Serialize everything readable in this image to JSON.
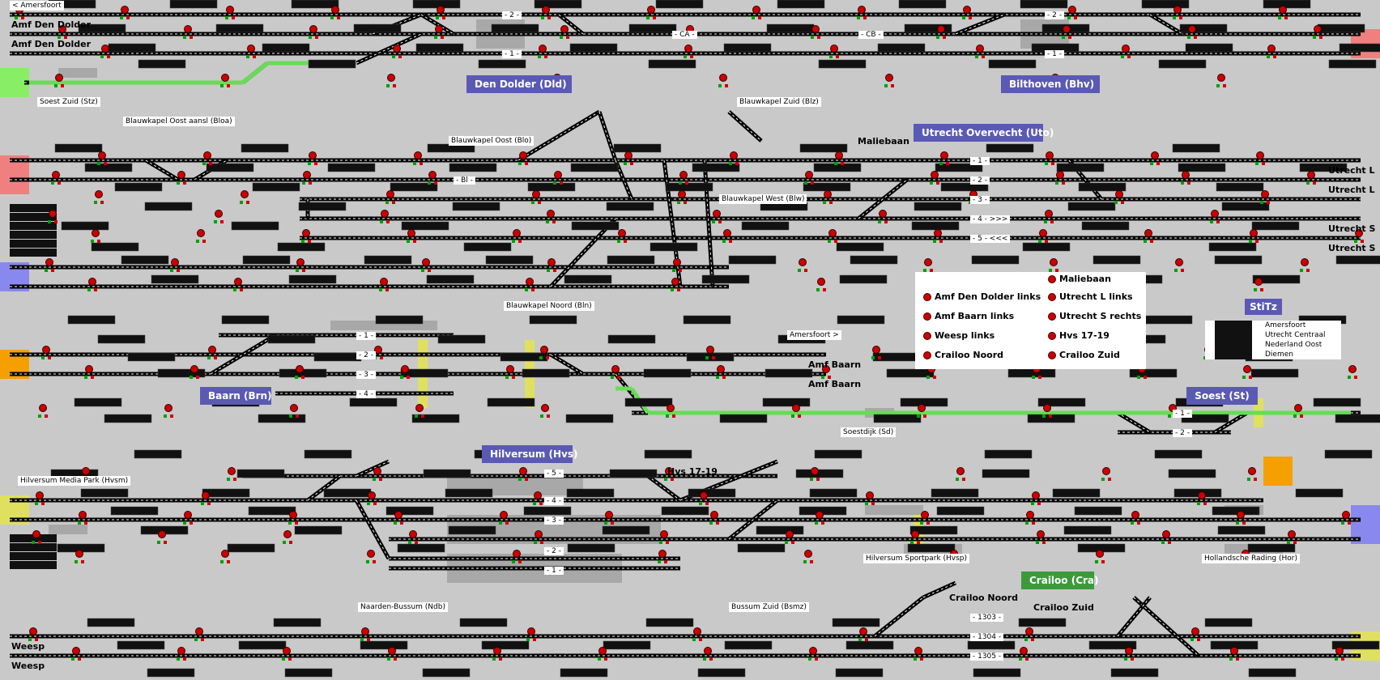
{
  "stations": {
    "den_dolder": "Den Dolder (Dld)",
    "bilthoven": "Bilthoven (Bhv)",
    "utrecht_overvecht": "Utrecht Overvecht (Uto)",
    "baarn": "Baarn (Brn)",
    "soest": "Soest (St)",
    "hilversum": "Hilversum (Hvs)",
    "crailoo": "Crailoo (Cra)",
    "stitz": "StiTz"
  },
  "places": {
    "soest_zuid": "Soest Zuid (Stz)",
    "blauwkapel_oost_aansl": "Blauwkapel Oost aansl (Bloa)",
    "blauwkapel_oost": "Blauwkapel Oost (Blo)",
    "blauwkapel_zuid": "Blauwkapel Zuid (Blz)",
    "blauwkapel_west": "Blauwkapel West (Blw)",
    "blauwkapel_noord": "Blauwkapel Noord (Bln)",
    "soestdijk": "Soestdijk (Sd)",
    "hilversum_media_park": "Hilversum Media Park (Hvsm)",
    "hilversum_sportpark": "Hilversum Sportpark (Hvsp)",
    "hollandsche_rading": "Hollandsche Rading (Hor)",
    "naarden_bussum": "Naarden-Bussum (Ndb)",
    "bussum_zuid": "Bussum Zuid (Bsmz)"
  },
  "directions": {
    "amersfoort_top": "< Amersfoort",
    "amf_den_dolder_1": "Amf Den Dolder",
    "amf_den_dolder_2": "Amf Den Dolder",
    "maliebaan": "Maliebaan",
    "utrecht_l_1": "Utrecht L",
    "utrecht_l_2": "Utrecht L",
    "utrecht_s_1": "Utrecht S",
    "utrecht_s_2": "Utrecht S",
    "amersfoort_mid": "Amersfoort >",
    "amf_baarn_1": "Amf Baarn",
    "amf_baarn_2": "Amf Baarn",
    "hvs_17_19": "Hvs 17-19",
    "crailoo_noord": "Crailoo Noord",
    "crailoo_zuid": "Crailoo Zuid",
    "weesp_1": "Weesp",
    "weesp_2": "Weesp"
  },
  "track_labels": [
    "- 2 -",
    "- CA -",
    "- CB -",
    "- 2 -",
    "- 1 -",
    "- 1 -",
    "- Bl -",
    "- 1 -",
    "- 2 -",
    "- 3 -",
    "- 4 - >>>",
    "- 5 - <<<",
    "- 1 -",
    "- 2 -",
    "- 3 -",
    "- 4 -",
    "- 1 -",
    "- 2 -",
    "- 5 -",
    "- 4 -",
    "- 3 -",
    "- 2 -",
    "- 1 -",
    "- 1303 -",
    "- 1304 -",
    "- 1305 -"
  ],
  "legend": {
    "left": [
      "Amf Den Dolder links",
      "Amf Baarn links",
      "Weesp links",
      "Crailoo Noord"
    ],
    "right": [
      "Maliebaan",
      "Utrecht L links",
      "Utrecht S rechts",
      "Hvs 17-19",
      "Crailoo Zuid"
    ]
  },
  "stitz_list": [
    "Amersfoort",
    "Utrecht Centraal",
    "Nederland Oost",
    "Diemen"
  ],
  "colors": {
    "background": "#c9c9c9",
    "track": "#000000",
    "track_gap": "#ffffff",
    "active_route": "#66dd55",
    "signal_red": "#cc0000",
    "signal_green": "#00a000",
    "station_box": "#5a5ab4",
    "crailoo_box": "#3c9a3c",
    "zone_red": "#f08080",
    "zone_green": "#88ee66",
    "zone_blue": "#8888ee",
    "zone_orange": "#f5a000",
    "zone_yellow": "#e0e060"
  }
}
